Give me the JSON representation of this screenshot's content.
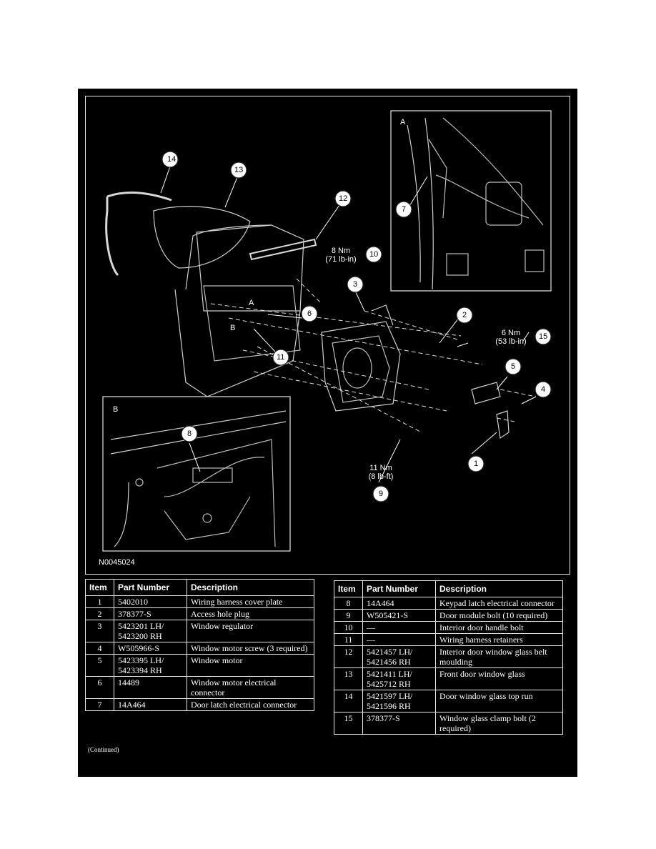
{
  "figure": {
    "code": "N0045024",
    "inset_a_label": "A",
    "inset_b_label": "B",
    "view_a_label": "A",
    "view_b_label": "B",
    "torque": [
      {
        "id": "t8",
        "line1": "8 Nm",
        "line2": "(71 lb-in)"
      },
      {
        "id": "t6",
        "line1": "6 Nm",
        "line2": "(53 lb-in)"
      },
      {
        "id": "t11",
        "line1": "11 Nm",
        "line2": "(8 lb-ft)"
      }
    ],
    "callouts": [
      "1",
      "2",
      "3",
      "4",
      "5",
      "6",
      "7",
      "8",
      "9",
      "10",
      "11",
      "12",
      "13",
      "14",
      "15"
    ]
  },
  "tables": {
    "headers": {
      "item": "Item",
      "part": "Part Number",
      "desc": "Description"
    },
    "left": [
      {
        "item": "1",
        "part": "5402010",
        "desc": "Wiring harness cover plate"
      },
      {
        "item": "2",
        "part": "378377-S",
        "desc": "Access hole plug"
      },
      {
        "item": "3",
        "part": "5423201 LH/ 5423200 RH",
        "desc": "Window regulator"
      },
      {
        "item": "4",
        "part": "W505966-S",
        "desc": "Window motor screw (3 required)"
      },
      {
        "item": "5",
        "part": "5423395 LH/ 5423394 RH",
        "desc": "Window motor"
      },
      {
        "item": "6",
        "part": "14489",
        "desc": "Window motor electrical connector"
      },
      {
        "item": "7",
        "part": "14A464",
        "desc": "Door latch electrical connector"
      }
    ],
    "right": [
      {
        "item": "8",
        "part": "14A464",
        "desc": "Keypad latch electrical connector"
      },
      {
        "item": "9",
        "part": "W505421-S",
        "desc": "Door module bolt (10 required)"
      },
      {
        "item": "10",
        "part": "—",
        "desc": "Interior door handle bolt"
      },
      {
        "item": "11",
        "part": "—",
        "desc": "Wiring harness retainers"
      },
      {
        "item": "12",
        "part": "5421457 LH/ 5421456 RH",
        "desc": "Interior door window glass belt moulding"
      },
      {
        "item": "13",
        "part": "5421411 LH/ 5425712 RH",
        "desc": "Front door window glass"
      },
      {
        "item": "14",
        "part": "5421597 LH/ 5421596 RH",
        "desc": "Door window glass top run"
      },
      {
        "item": "15",
        "part": "378377-S",
        "desc": "Window glass clamp bolt (2 required)"
      }
    ],
    "continued_note": "(Continued)"
  }
}
